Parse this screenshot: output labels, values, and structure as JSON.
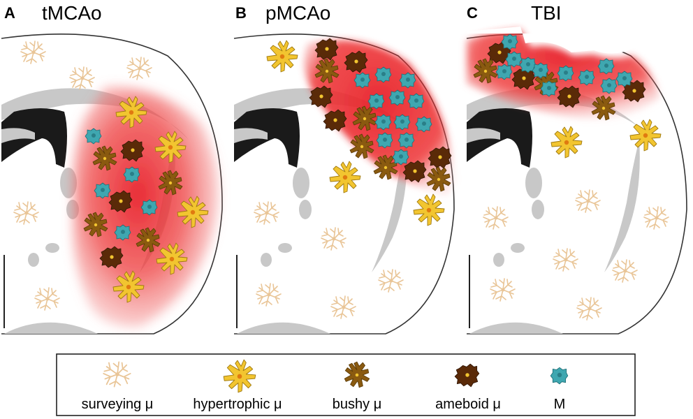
{
  "panels": [
    {
      "letter": "A",
      "title": "tMCAo"
    },
    {
      "letter": "B",
      "title": "pMCAo"
    },
    {
      "letter": "C",
      "title": "TBI"
    }
  ],
  "legend": {
    "items": [
      {
        "label": "surveying μ",
        "icon": "surveying-microglia-icon"
      },
      {
        "label": "hypertrophic μ",
        "icon": "hypertrophic-microglia-icon"
      },
      {
        "label": "bushy μ",
        "icon": "bushy-microglia-icon"
      },
      {
        "label": "ameboid μ",
        "icon": "ameboid-microglia-icon"
      },
      {
        "label": "M",
        "icon": "macrophage-icon"
      }
    ]
  },
  "colors": {
    "lesion": "#e8202a",
    "surveying": "#e9c597",
    "hypertrophic": "#f2c530",
    "bushy": "#8a5a10",
    "ameboid": "#5a2a08",
    "macrophage": "#3fa7b0",
    "ventricle": "#1a1a1a",
    "white_matter": "#c8c8c8"
  }
}
